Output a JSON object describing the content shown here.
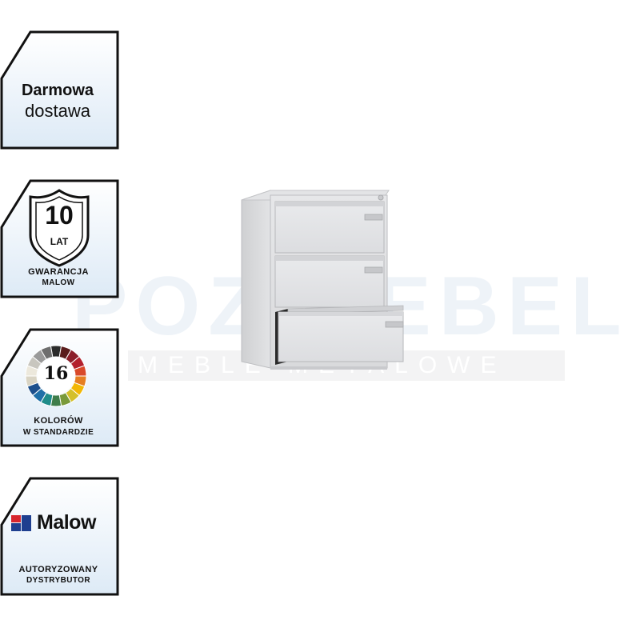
{
  "watermark": {
    "brand": "POZIMEBEL",
    "tagline": "MEBLE METALOWE"
  },
  "badges": {
    "delivery": {
      "line1": "Darmowa",
      "line2": "dostawa"
    },
    "warranty": {
      "number": "10",
      "unit": "LAT",
      "line1": "GWARANCJA",
      "line2": "MALOW"
    },
    "colors": {
      "number": "16",
      "line1": "KOLORÓW",
      "line2": "W STANDARDZIE",
      "palette": [
        "#2b2b2b",
        "#5a1c1c",
        "#8c1f2a",
        "#b3202d",
        "#d9492a",
        "#e67e22",
        "#f2b705",
        "#d4c02a",
        "#7a9a3a",
        "#3f7d4a",
        "#1f8c8a",
        "#1f6fa8",
        "#1c4f8c",
        "#d9d4c4",
        "#ece8dc",
        "#c8c6bf",
        "#9a9a9a",
        "#6e6e6e"
      ]
    },
    "distributor": {
      "brand": "Malow",
      "line1": "AUTORYZOWANY",
      "line2": "DYSTRYBUTOR"
    }
  },
  "product": {
    "name": "filing-cabinet-3-drawers",
    "color": "#d8d9db"
  }
}
